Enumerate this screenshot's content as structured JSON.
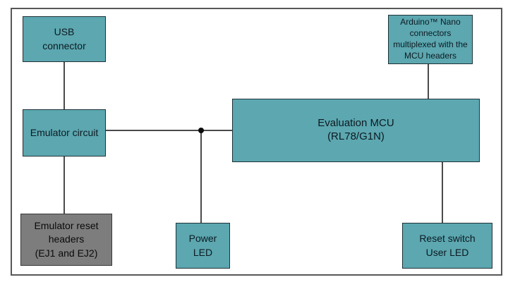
{
  "colors": {
    "box_teal": "#5CA7B0",
    "box_gray": "#7D7D7D",
    "box_border": "#1F3238",
    "gray_border": "#383838",
    "line": "#4A4A4A",
    "frame_border": "#575757",
    "text": "#0D1A21"
  },
  "blocks": {
    "usb_connector": {
      "lines": [
        "USB",
        "connector"
      ]
    },
    "emulator_circuit": {
      "lines": [
        "Emulator circuit"
      ]
    },
    "emulator_reset_headers": {
      "lines": [
        "Emulator reset",
        "headers",
        "(EJ1 and EJ2)"
      ]
    },
    "power_led": {
      "lines": [
        "Power",
        "LED"
      ]
    },
    "evaluation_mcu": {
      "lines": [
        "Evaluation MCU",
        "(RL78/G1N)"
      ]
    },
    "arduino_nano_connectors": {
      "lines": [
        "Arduino™ Nano",
        "connectors",
        "multiplexed with the",
        "MCU headers"
      ]
    },
    "reset_switch_user_led": {
      "lines": [
        "Reset switch",
        "User LED"
      ]
    }
  }
}
